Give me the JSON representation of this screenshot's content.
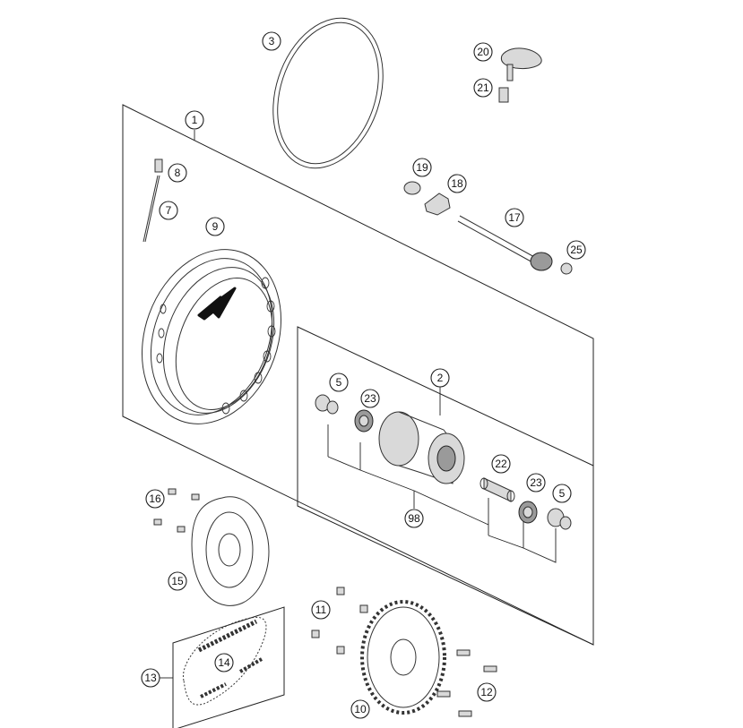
{
  "diagram": {
    "callouts": [
      {
        "id": "c1",
        "label": "1"
      },
      {
        "id": "c2",
        "label": "2"
      },
      {
        "id": "c3",
        "label": "3"
      },
      {
        "id": "c5a",
        "label": "5"
      },
      {
        "id": "c5b",
        "label": "5"
      },
      {
        "id": "c7",
        "label": "7"
      },
      {
        "id": "c8",
        "label": "8"
      },
      {
        "id": "c9",
        "label": "9"
      },
      {
        "id": "c10",
        "label": "10"
      },
      {
        "id": "c11",
        "label": "11"
      },
      {
        "id": "c12",
        "label": "12"
      },
      {
        "id": "c13",
        "label": "13"
      },
      {
        "id": "c14",
        "label": "14"
      },
      {
        "id": "c15",
        "label": "15"
      },
      {
        "id": "c16",
        "label": "16"
      },
      {
        "id": "c17",
        "label": "17"
      },
      {
        "id": "c18",
        "label": "18"
      },
      {
        "id": "c19",
        "label": "19"
      },
      {
        "id": "c20",
        "label": "20"
      },
      {
        "id": "c21",
        "label": "21"
      },
      {
        "id": "c22",
        "label": "22"
      },
      {
        "id": "c23a",
        "label": "23"
      },
      {
        "id": "c23b",
        "label": "23"
      },
      {
        "id": "c25",
        "label": "25"
      },
      {
        "id": "c98",
        "label": "98"
      }
    ]
  }
}
